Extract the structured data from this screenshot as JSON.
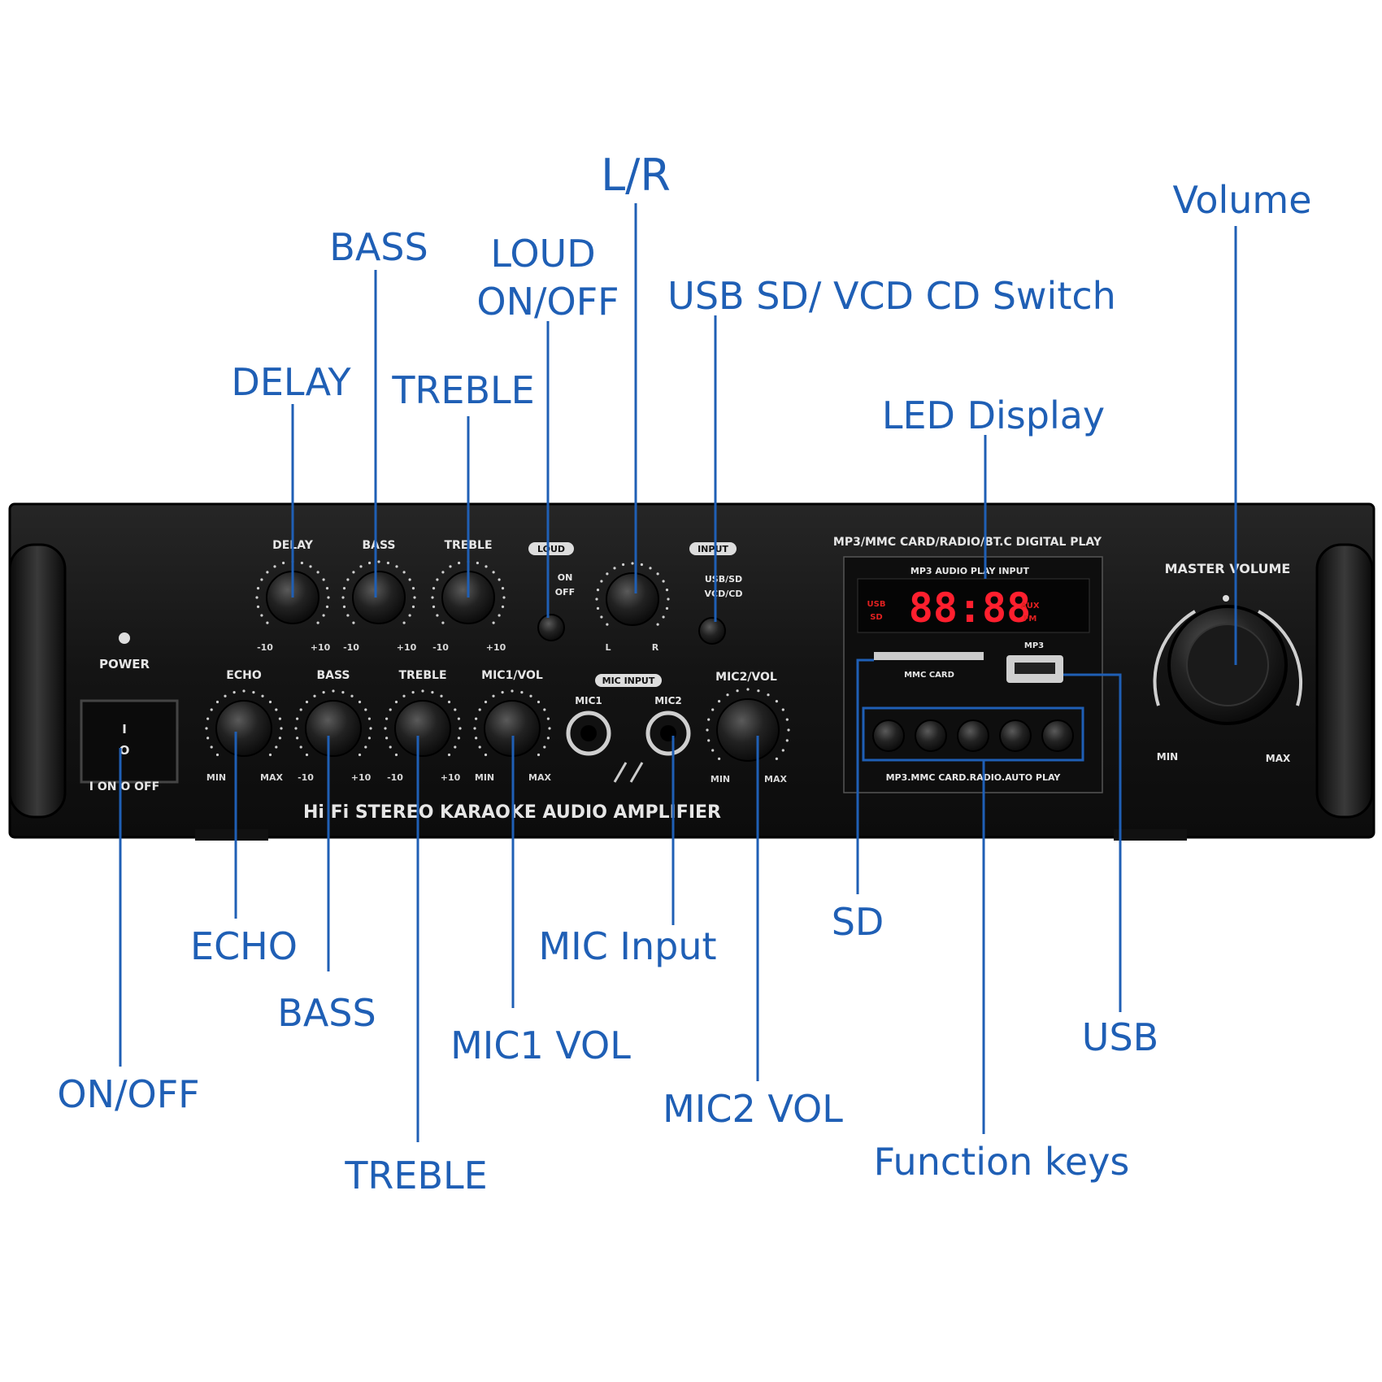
{
  "callouts": {
    "lr": "L/R",
    "volume": "Volume",
    "bass_top": "BASS",
    "loud_line1": "LOUD",
    "loud_line2": "ON/OFF",
    "usb_switch": "USB SD/ VCD CD Switch",
    "delay": "DELAY",
    "treble_top": "TREBLE",
    "led_display": "LED Display",
    "echo": "ECHO",
    "bass_bottom": "BASS",
    "on_off": "ON/OFF",
    "treble_bottom": "TREBLE",
    "mic1_vol": "MIC1 VOL",
    "mic_input": "MIC Input",
    "mic2_vol": "MIC2 VOL",
    "sd": "SD",
    "usb": "USB",
    "function_keys": "Function keys"
  },
  "panel": {
    "power": "POWER",
    "switch_labels": "I ON  O OFF",
    "switch_on_mark": "I",
    "switch_off_mark": "O",
    "brand_line": "Hi Fi STEREO KARAOKE AUDIO AMPLIFIER",
    "knob_top_labels": [
      "DELAY",
      "BASS",
      "TREBLE"
    ],
    "knob_bottom_labels": [
      "ECHO",
      "BASS",
      "TREBLE",
      "MIC1/VOL"
    ],
    "mic2_label": "MIC2/VOL",
    "range_minus": "-10",
    "range_plus": "+10",
    "range_min": "MIN",
    "range_max": "MAX",
    "loud_badge": "LOUD",
    "loud_on": "ON",
    "loud_off": "OFF",
    "input_badge": "INPUT",
    "input_usb": "USB/SD",
    "input_vcd": "VCD/CD",
    "lr_left": "L",
    "lr_right": "R",
    "mic_input_badge": "MIC INPUT",
    "mic1": "MIC1",
    "mic2": "MIC2",
    "digital_title": "MP3/MMC CARD/RADIO/BT.C DIGITAL PLAY",
    "mp3_input": "MP3 AUDIO PLAY INPUT",
    "led_digits": "88:88",
    "led_usb": "USB",
    "led_sd": "SD",
    "led_aux": "AUX",
    "led_fm": "FM",
    "mmc_card": "MMC CARD",
    "mp3_port": "MP3",
    "autoplay": "MP3.MMC CARD.RADIO.AUTO PLAY",
    "master_volume": "MASTER VOLUME",
    "master_min": "MIN",
    "master_max": "MAX"
  },
  "colors": {
    "callout": "#1f5fb5",
    "panel": "#151515",
    "led": "#ff1f2e"
  }
}
